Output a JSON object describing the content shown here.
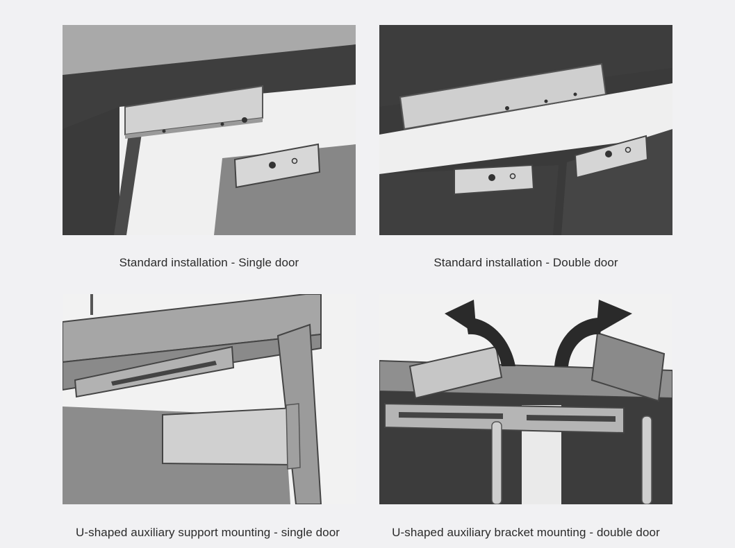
{
  "captions": {
    "single_standard": "Standard installation - Single door",
    "double_standard": "Standard installation - Double door",
    "single_u_shaped": "U-shaped auxiliary support mounting - single door",
    "double_u_shaped": "U-shaped auxiliary bracket mounting - double door"
  },
  "colors": {
    "page_background": "#f1f1f3",
    "frame_dark": "#3c3c3c",
    "wall_light": "#efefef",
    "lock_metal": "#cfcfcf",
    "door_gray": "#858585",
    "arrow": "#2a2a2a"
  }
}
